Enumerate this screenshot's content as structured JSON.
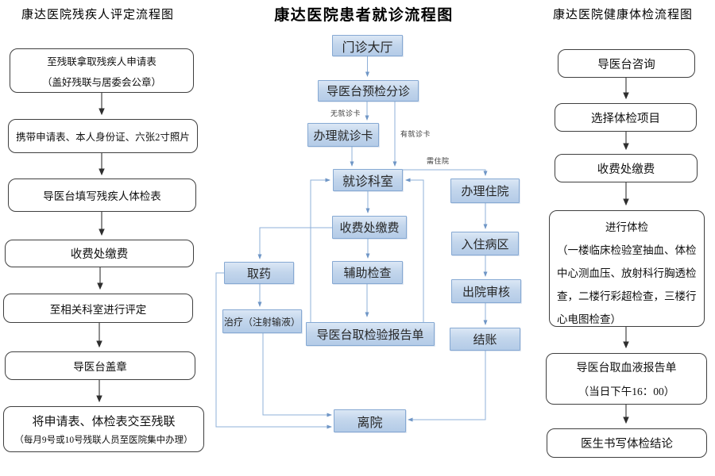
{
  "colors": {
    "middle_box_fill_top": "#dbe7f5",
    "middle_box_fill_bottom": "#b4cbe7",
    "middle_box_border": "#86a9d3",
    "middle_line": "#8fb0d8",
    "outline_box_border": "#3f3f3f",
    "dark_line": "#333333"
  },
  "left_chart": {
    "title": "康达医院残疾人评定流程图",
    "steps": [
      {
        "line1": "至残联拿取残疾人申请表",
        "line2": "（盖好残联与居委会公章）"
      },
      {
        "line1": "携带申请表、本人身份证、六张2寸照片"
      },
      {
        "line1": "导医台填写残疾人体检表"
      },
      {
        "line1": "收费处缴费"
      },
      {
        "line1": "至相关科室进行评定"
      },
      {
        "line1": "导医台盖章"
      },
      {
        "line1": "将申请表、体检表交至残联",
        "line2": "（每月9号或10号残联人员至医院集中办理）"
      }
    ]
  },
  "middle_chart": {
    "title": "康达医院患者就诊流程图",
    "nodes": {
      "outpatient_hall": "门诊大厅",
      "triage": "导医台预检分诊",
      "make_card": "办理就诊卡",
      "department": "就诊科室",
      "pay": "收费处缴费",
      "aux_exam": "辅助检查",
      "get_medicine": "取药",
      "treatment": "治疗（注射输液）",
      "get_report": "导医台取检验报告单",
      "admit": "办理住院",
      "ward": "入住病区",
      "discharge_review": "出院审核",
      "settle": "结账",
      "leave": "离院"
    },
    "edge_labels": {
      "no_card": "无就诊卡",
      "has_card": "有就诊卡",
      "need_admit": "需住院"
    }
  },
  "right_chart": {
    "title": "康达医院健康体检流程图",
    "steps": [
      {
        "line1": "导医台咨询"
      },
      {
        "line1": "选择体检项目"
      },
      {
        "line1": "收费处缴费"
      },
      {
        "line1": "进行体检",
        "line2": "（一楼临床检验室抽血、体检中心测血压、放射科行胸透检查，二楼行彩超检查，三楼行心电图检查）"
      },
      {
        "line1": "导医台取血液报告单",
        "line2": "（当日下午16：00）"
      },
      {
        "line1": "医生书写体检结论"
      }
    ]
  }
}
